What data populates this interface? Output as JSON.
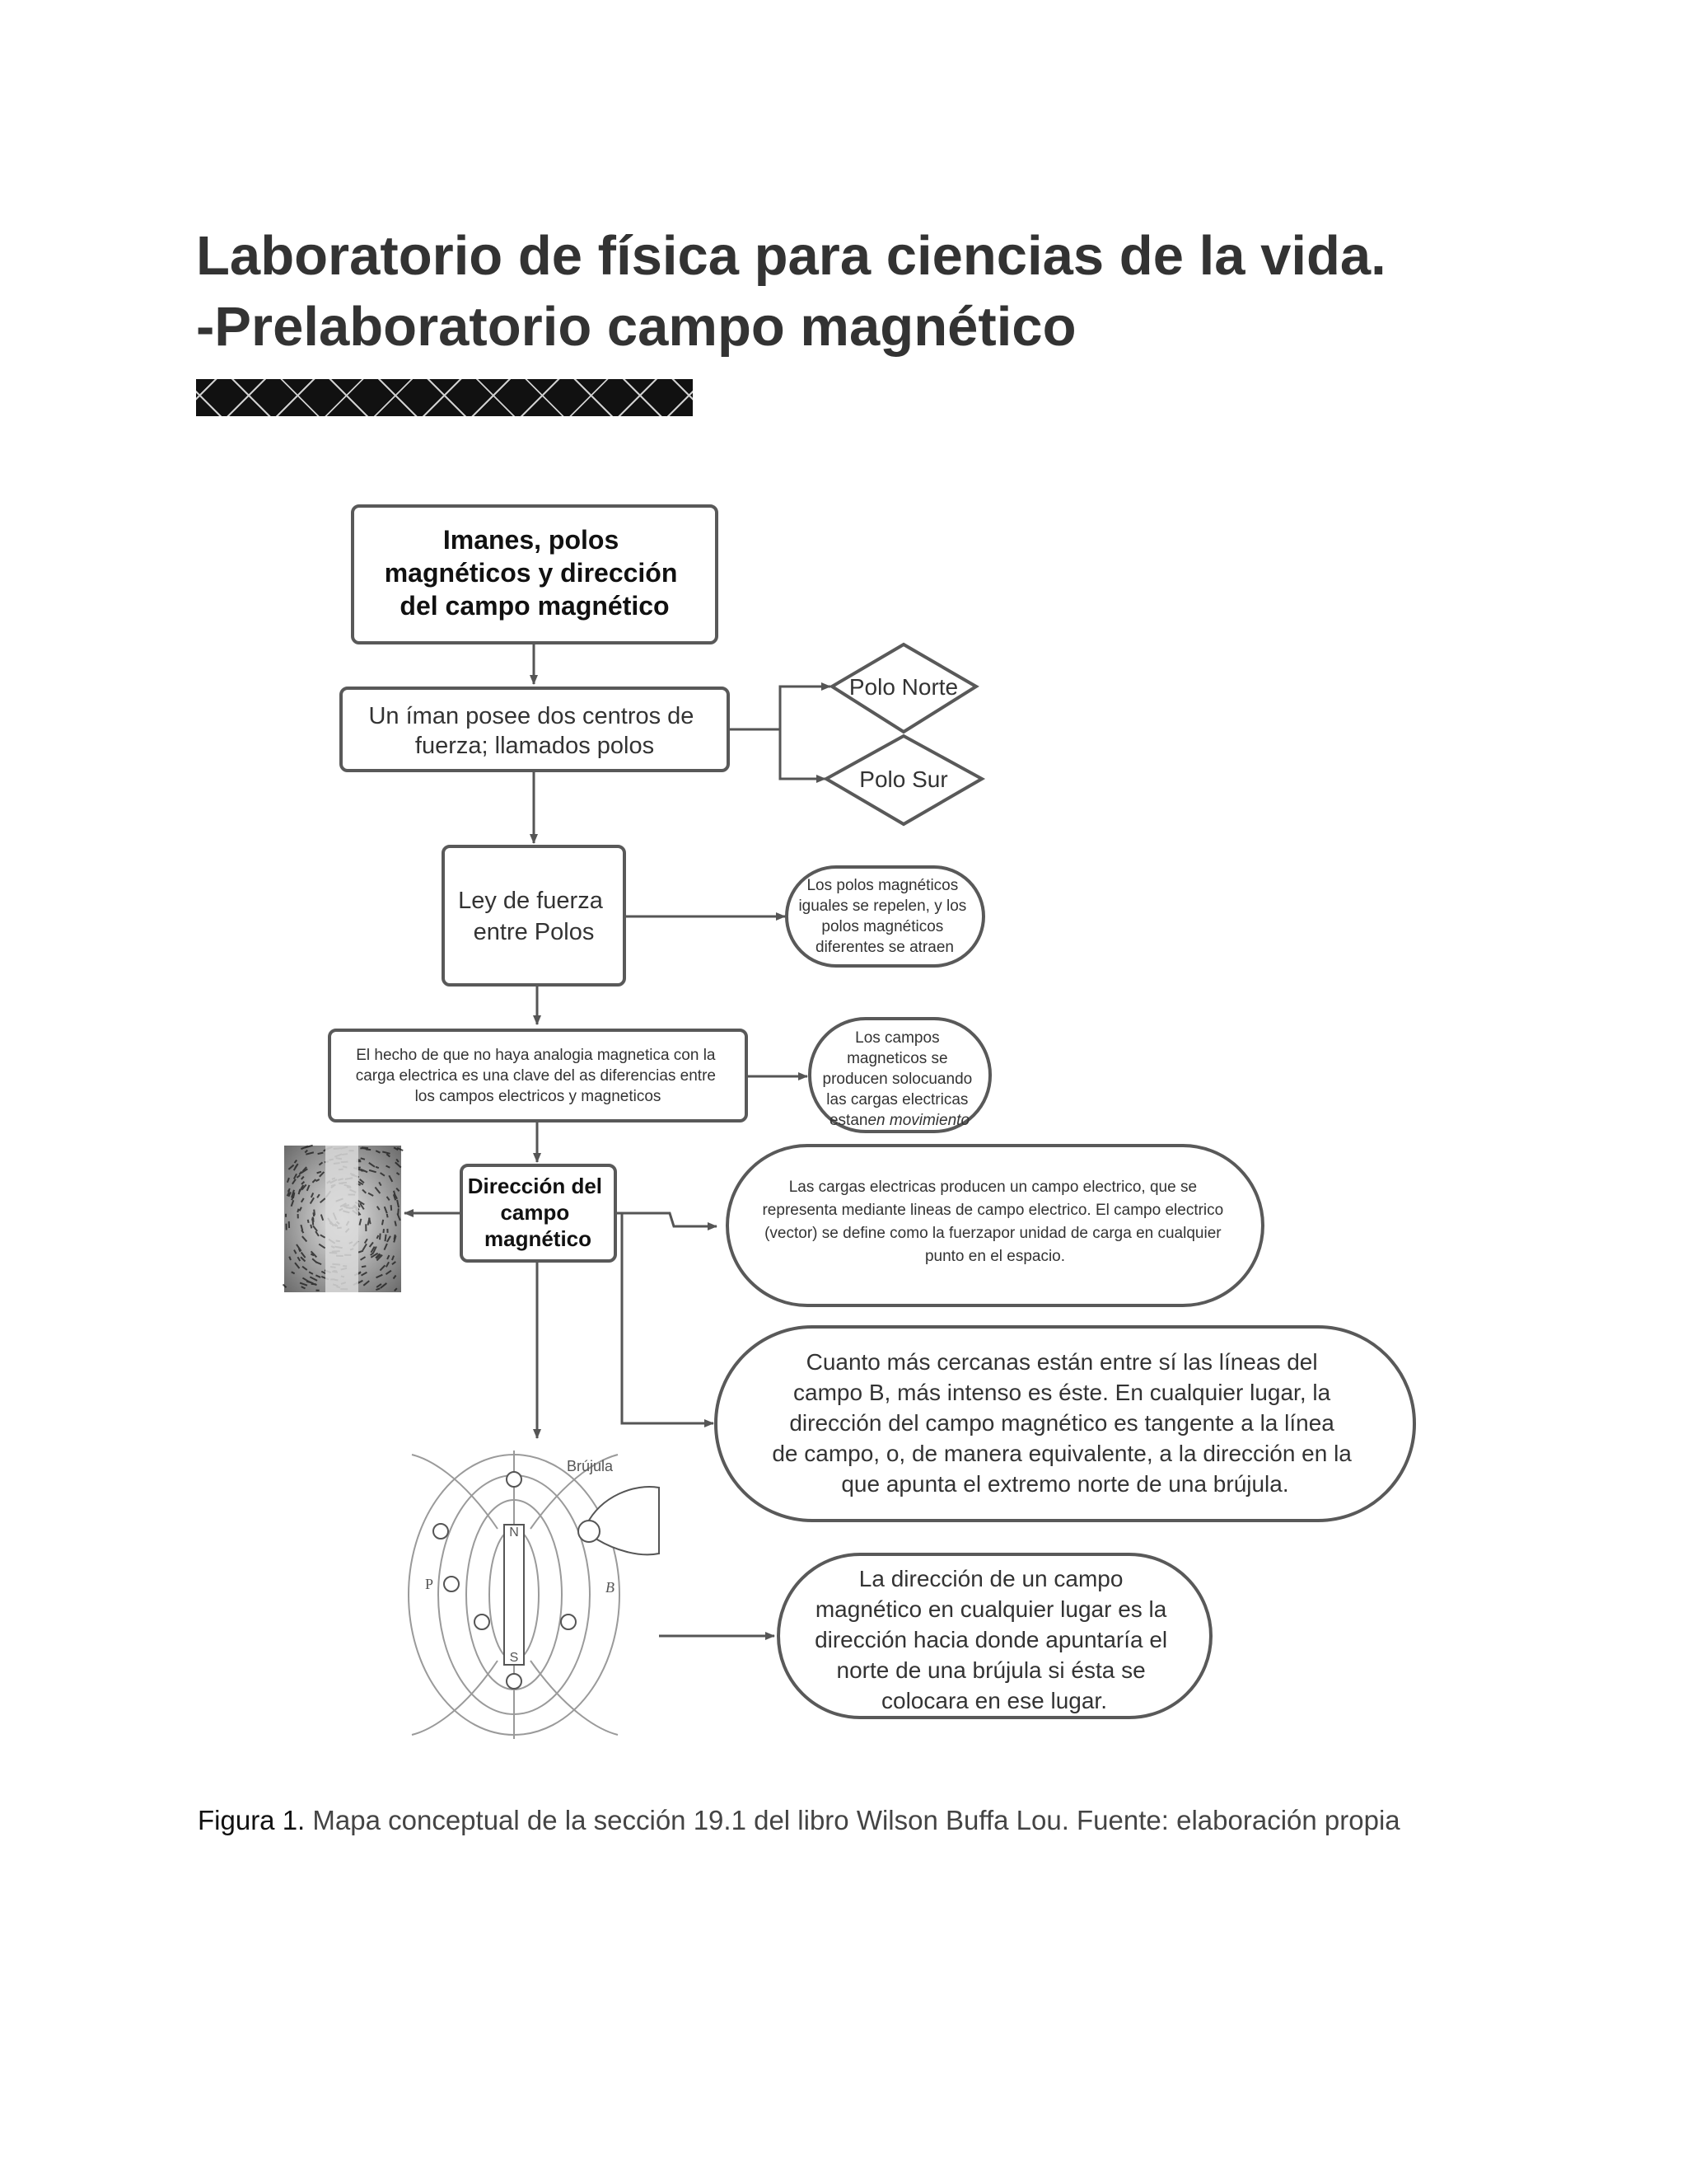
{
  "header": {
    "title_line1": "Laboratorio de física para ciencias de la vida.",
    "title_line2": "-Prelaboratorio campo magnético"
  },
  "concept_map": {
    "root": [
      "Imanes, polos",
      "magnéticos y dirección",
      "del campo magnético"
    ],
    "two_centers": [
      "Un íman posee dos centros de",
      "fuerza; llamados polos"
    ],
    "north_pole": "Polo Norte",
    "south_pole": "Polo Sur",
    "force_law": [
      "Ley de fuerza",
      "entre Polos"
    ],
    "force_law_note": [
      "Los polos magnéticos",
      "iguales se repelen, y los",
      "polos magnéticos",
      "diferentes se atraen"
    ],
    "analogy": [
      "El hecho de que no haya analogia magnetica con la",
      "carga electrica es una clave del as diferencias entre",
      "los campos electricos y magneticos"
    ],
    "analogy_note": [
      "Los campos",
      "magneticos se",
      "producen solocuando",
      "las cargas electricas"
    ],
    "analogy_note_last_plain": "estan",
    "analogy_note_last_italic": "en movimiento",
    "direction": [
      "Dirección del",
      "campo",
      "magnético"
    ],
    "electric_note": [
      "Las cargas electricas producen un campo electrico, que se",
      "representa  mediante lineas de campo electrico. El campo electrico",
      "(vector) se define como la fuerzapor unidad de carga en cualquier",
      "punto en el espacio."
    ],
    "field_lines_note": [
      "Cuanto más cercanas están entre sí las líneas del",
      "campo B, más intenso es éste. En cualquier lugar, la",
      "dirección del campo magnético es tangente a la línea",
      "de campo, o, de manera equivalente, a la dirección en la",
      "que apunta el extremo norte de una brújula."
    ],
    "compass_note": [
      "La dirección de un campo",
      "magnético en cualquier lugar es la",
      "dirección hacia donde apuntaría el",
      "norte de una brújula si ésta se",
      "colocara en ese lugar."
    ]
  },
  "bar_magnet_figure": {
    "compass_label": "Brújula",
    "north_letter": "N",
    "south_letter": "S",
    "point_label": "P",
    "field_label": "B"
  },
  "caption": {
    "lead": "Figura 1.",
    "text": " Mapa conceptual de la sección 19.1 del libro Wilson Buffa Lou. Fuente: elaboración propia"
  },
  "colors": {
    "title": "#333333",
    "box_stroke": "#595959",
    "arrow": "#555555",
    "diagram_text": "#333333"
  }
}
